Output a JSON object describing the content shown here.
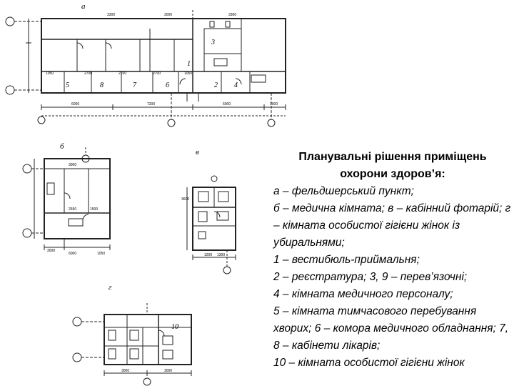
{
  "figure": {
    "labels": {
      "a": "а",
      "b": "б",
      "v": "в",
      "g": "г"
    },
    "plan_a": {
      "dims_bottom": [
        "6000",
        "7200",
        "6000",
        "3000"
      ],
      "dims_top": [
        "3300",
        "3000",
        "3300"
      ],
      "dims_interior": [
        "1050",
        "2700",
        "2100",
        "2700",
        "1050"
      ],
      "room_numbers": [
        "5",
        "8",
        "7",
        "6",
        "1",
        "3",
        "2",
        "4"
      ]
    },
    "plan_b": {
      "dims": [
        "3000",
        "6000",
        "3000",
        "2650",
        "1500",
        "1050"
      ]
    },
    "plan_v": {
      "dims": [
        "3600",
        "1200",
        "1300"
      ]
    },
    "plan_g": {
      "room_numbers": [
        "10"
      ],
      "dims": [
        "3000",
        "3000"
      ]
    }
  },
  "caption": {
    "title": "Планувальні рішення приміщень охорони здоров’я:",
    "lines": [
      "а – фельдшерський пункт;",
      "б – медична кімната; в – кабінний фотарій; г – кімната особистої гігієни жінок із убиральнями;",
      "1 – вестибюль-приймальня;",
      "2 – реєстратура; 3, 9 – перев’язочні;",
      "4 – кімната медичного персоналу;",
      "5 – кімната тимчасового перебування хворих; 6 – комора медичного обладнання; 7, 8 – кабінети лікарів;",
      "10 – кімната особистої гігієни жінок"
    ]
  }
}
